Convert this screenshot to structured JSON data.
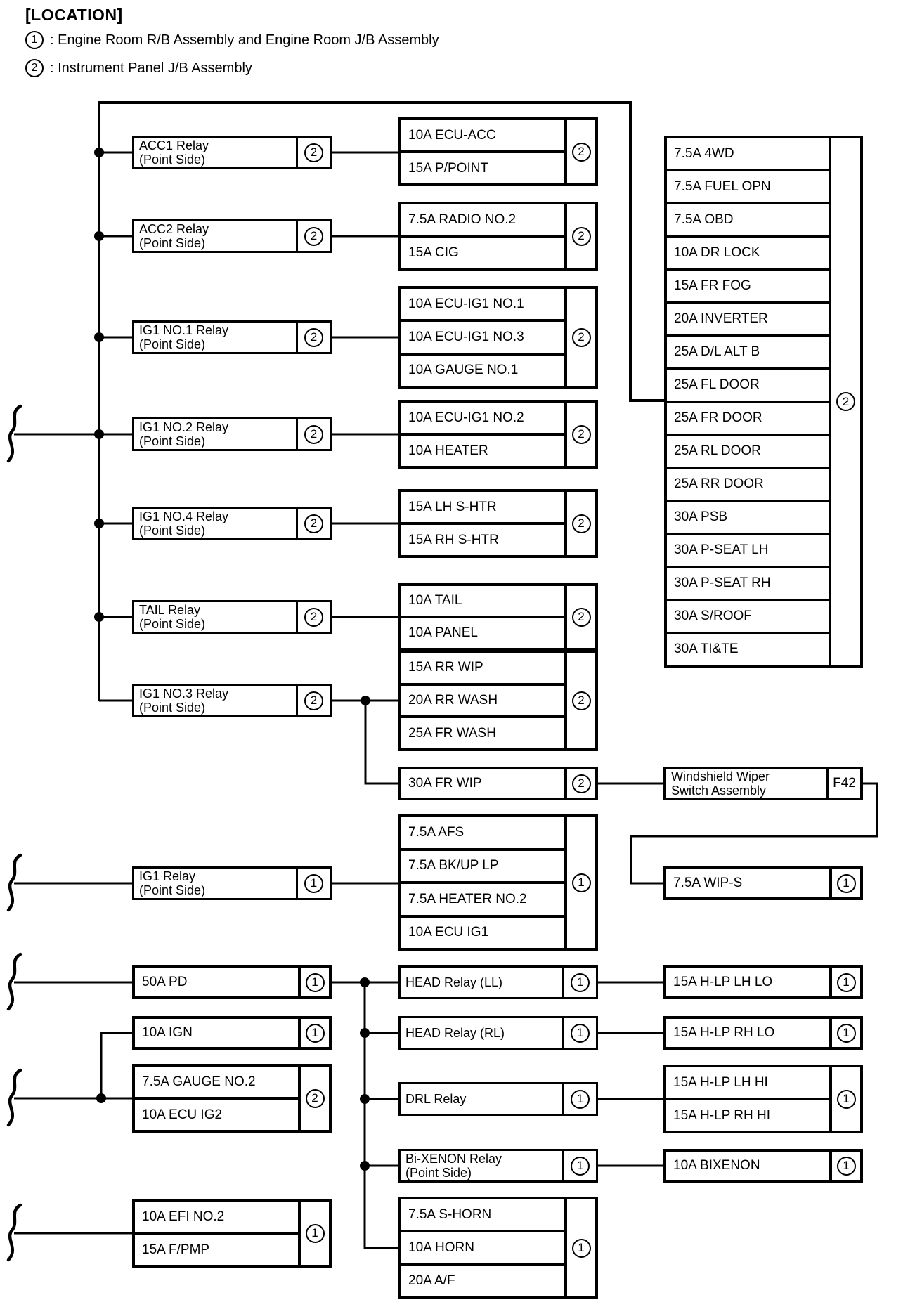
{
  "header": {
    "title": "[LOCATION]"
  },
  "legend": [
    {
      "num": "1",
      "text": ": Engine Room R/B Assembly and Engine Room J/B Assembly"
    },
    {
      "num": "2",
      "text": ": Instrument Panel J/B Assembly"
    }
  ],
  "relays": {
    "acc1": {
      "l1": "ACC1 Relay",
      "l2": "(Point Side)",
      "n": "2"
    },
    "acc2": {
      "l1": "ACC2 Relay",
      "l2": "(Point Side)",
      "n": "2"
    },
    "ig1no1": {
      "l1": "IG1 NO.1 Relay",
      "l2": "(Point Side)",
      "n": "2"
    },
    "ig1no2": {
      "l1": "IG1 NO.2 Relay",
      "l2": "(Point Side)",
      "n": "2"
    },
    "ig1no4": {
      "l1": "IG1 NO.4 Relay",
      "l2": "(Point Side)",
      "n": "2"
    },
    "tail": {
      "l1": "TAIL Relay",
      "l2": "(Point Side)",
      "n": "2"
    },
    "ig1no3": {
      "l1": "IG1 NO.3 Relay",
      "l2": "(Point Side)",
      "n": "2"
    },
    "ig1": {
      "l1": "IG1 Relay",
      "l2": "(Point Side)",
      "n": "1"
    },
    "head_ll": {
      "l1": "HEAD Relay (LL)",
      "n": "1"
    },
    "head_rl": {
      "l1": "HEAD Relay (RL)",
      "n": "1"
    },
    "drl": {
      "l1": "DRL Relay",
      "n": "1"
    },
    "bixenon": {
      "l1": "Bi-XENON Relay",
      "l2": "(Point Side)",
      "n": "1"
    }
  },
  "groups": {
    "g1": {
      "rows": [
        "10A ECU-ACC",
        "15A P/POINT"
      ],
      "n": "2"
    },
    "g2": {
      "rows": [
        "7.5A RADIO NO.2",
        "15A CIG"
      ],
      "n": "2"
    },
    "g3": {
      "rows": [
        "10A ECU-IG1 NO.1",
        "10A ECU-IG1 NO.3",
        "10A GAUGE NO.1"
      ],
      "n": "2"
    },
    "g4": {
      "rows": [
        "10A ECU-IG1 NO.2",
        "10A HEATER"
      ],
      "n": "2"
    },
    "g5": {
      "rows": [
        "15A LH S-HTR",
        "15A RH S-HTR"
      ],
      "n": "2"
    },
    "g6": {
      "rows": [
        "10A TAIL",
        "10A PANEL"
      ],
      "n": "2"
    },
    "g7": {
      "rows": [
        "15A RR WIP",
        "20A RR WASH",
        "25A FR WASH"
      ],
      "n": "2"
    },
    "frwip": {
      "rows": [
        "30A FR WIP"
      ],
      "n": "2"
    },
    "g8": {
      "rows": [
        "7.5A AFS",
        "7.5A BK/UP LP",
        "7.5A HEATER NO.2",
        "10A ECU IG1"
      ],
      "n": "1"
    },
    "shorn": {
      "rows": [
        "7.5A S-HORN",
        "10A HORN",
        "20A A/F"
      ],
      "n": "1"
    },
    "pd": {
      "rows": [
        "50A PD"
      ],
      "n": "1"
    },
    "ign": {
      "rows": [
        "10A IGN"
      ],
      "n": "1"
    },
    "gauge": {
      "rows": [
        "7.5A GAUGE NO.2",
        "10A ECU IG2"
      ],
      "n": "2"
    },
    "efi": {
      "rows": [
        "10A EFI NO.2",
        "15A F/PMP"
      ],
      "n": "1"
    },
    "hlp_lh_lo": {
      "rows": [
        "15A H-LP LH LO"
      ],
      "n": "1"
    },
    "hlp_rh_lo": {
      "rows": [
        "15A H-LP RH LO"
      ],
      "n": "1"
    },
    "hlp_hi": {
      "rows": [
        "15A H-LP LH HI",
        "15A H-LP RH HI"
      ],
      "n": "1"
    },
    "bixenon_fuse": {
      "rows": [
        "10A BIXENON"
      ],
      "n": "1"
    },
    "wips": {
      "rows": [
        "7.5A WIP-S"
      ],
      "n": "1"
    }
  },
  "right_panel": {
    "rows": [
      "7.5A 4WD",
      "7.5A FUEL OPN",
      "7.5A OBD",
      "10A DR LOCK",
      "15A FR FOG",
      "20A INVERTER",
      "25A D/L ALT B",
      "25A FL DOOR",
      "25A FR DOOR",
      "25A RL DOOR",
      "25A RR DOOR",
      "30A PSB",
      "30A P-SEAT LH",
      "30A P-SEAT RH",
      "30A S/ROOF",
      "30A TI&TE"
    ],
    "n": "2"
  },
  "windshield": {
    "l1": "Windshield Wiper",
    "l2": "Switch Assembly",
    "tag": "F42"
  }
}
